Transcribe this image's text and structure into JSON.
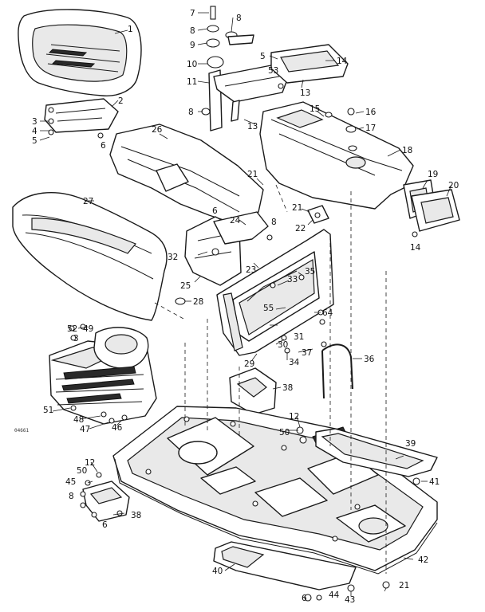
{
  "figure_code": "04661",
  "callouts": [
    {
      "id": "c1",
      "text": "1"
    },
    {
      "id": "c2",
      "text": "2"
    },
    {
      "id": "c3a",
      "text": "3"
    },
    {
      "id": "c3b",
      "text": "3"
    },
    {
      "id": "c4",
      "text": "4"
    },
    {
      "id": "c5a",
      "text": "5"
    },
    {
      "id": "c5b",
      "text": "5"
    },
    {
      "id": "c6a",
      "text": "6"
    },
    {
      "id": "c6b",
      "text": "6"
    },
    {
      "id": "c6c",
      "text": "6"
    },
    {
      "id": "c6d",
      "text": "6"
    },
    {
      "id": "c7",
      "text": "7"
    },
    {
      "id": "c8a",
      "text": "8"
    },
    {
      "id": "c8b",
      "text": "8"
    },
    {
      "id": "c8c",
      "text": "8"
    },
    {
      "id": "c8d",
      "text": "8"
    },
    {
      "id": "c8e",
      "text": "8"
    },
    {
      "id": "c9",
      "text": "9"
    },
    {
      "id": "c10",
      "text": "10"
    },
    {
      "id": "c11",
      "text": "11"
    },
    {
      "id": "c12a",
      "text": "12"
    },
    {
      "id": "c12b",
      "text": "12"
    },
    {
      "id": "c13a",
      "text": "13"
    },
    {
      "id": "c13b",
      "text": "13"
    },
    {
      "id": "c14a",
      "text": "14"
    },
    {
      "id": "c14b",
      "text": "14"
    },
    {
      "id": "c15",
      "text": "15"
    },
    {
      "id": "c16",
      "text": "16"
    },
    {
      "id": "c17",
      "text": "17"
    },
    {
      "id": "c18",
      "text": "18"
    },
    {
      "id": "c19",
      "text": "19"
    },
    {
      "id": "c20",
      "text": "20"
    },
    {
      "id": "c21a",
      "text": "21"
    },
    {
      "id": "c21b",
      "text": "21"
    },
    {
      "id": "c21c",
      "text": "21"
    },
    {
      "id": "c22",
      "text": "22"
    },
    {
      "id": "c23",
      "text": "23"
    },
    {
      "id": "c24",
      "text": "24"
    },
    {
      "id": "c25",
      "text": "25"
    },
    {
      "id": "c26",
      "text": "26"
    },
    {
      "id": "c27",
      "text": "27"
    },
    {
      "id": "c28",
      "text": "28"
    },
    {
      "id": "c29",
      "text": "29"
    },
    {
      "id": "c30",
      "text": "30"
    },
    {
      "id": "c31",
      "text": "31"
    },
    {
      "id": "c32",
      "text": "32"
    },
    {
      "id": "c33",
      "text": "33"
    },
    {
      "id": "c34",
      "text": "34"
    },
    {
      "id": "c35",
      "text": "35"
    },
    {
      "id": "c36",
      "text": "36"
    },
    {
      "id": "c37",
      "text": "37"
    },
    {
      "id": "c38a",
      "text": "38"
    },
    {
      "id": "c38b",
      "text": "38"
    },
    {
      "id": "c39",
      "text": "39"
    },
    {
      "id": "c40",
      "text": "40"
    },
    {
      "id": "c41",
      "text": "41"
    },
    {
      "id": "c42",
      "text": "42"
    },
    {
      "id": "c43",
      "text": "43"
    },
    {
      "id": "c44",
      "text": "44"
    },
    {
      "id": "c45",
      "text": "45"
    },
    {
      "id": "c46",
      "text": "46"
    },
    {
      "id": "c47",
      "text": "47"
    },
    {
      "id": "c48",
      "text": "48"
    },
    {
      "id": "c49",
      "text": "49"
    },
    {
      "id": "c50a",
      "text": "50"
    },
    {
      "id": "c50b",
      "text": "50"
    },
    {
      "id": "c51",
      "text": "51"
    },
    {
      "id": "c52",
      "text": "52"
    },
    {
      "id": "c53",
      "text": "53"
    },
    {
      "id": "c55",
      "text": "55"
    },
    {
      "id": "c64",
      "text": "64"
    }
  ]
}
